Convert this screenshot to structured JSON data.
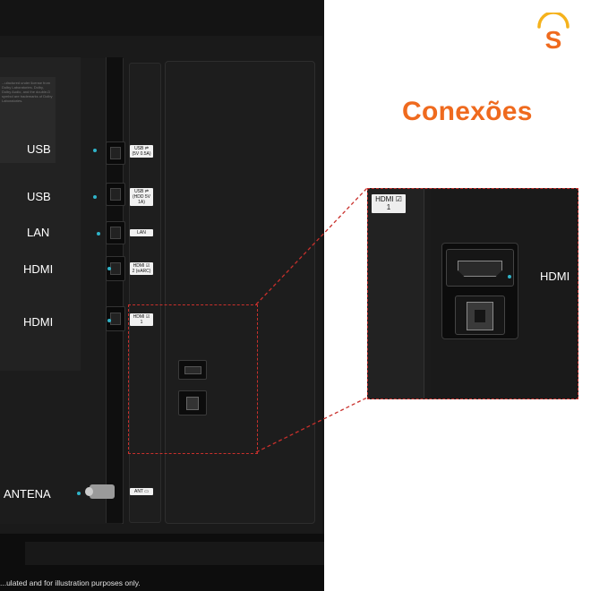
{
  "title": "Conexões",
  "logo_letter": "S",
  "colors": {
    "accent": "#ef6a1e",
    "logo_yellow": "#f5b21c",
    "dash": "#c9302c",
    "indicator_dot": "#2fb3c8"
  },
  "tv": {
    "labels": [
      {
        "id": "usb-1",
        "text": "USB"
      },
      {
        "id": "usb-2",
        "text": "USB"
      },
      {
        "id": "lan",
        "text": "LAN"
      },
      {
        "id": "hdmi-2",
        "text": "HDMI"
      },
      {
        "id": "hdmi-1",
        "text": "HDMI"
      },
      {
        "id": "antena",
        "text": "ANTENA"
      }
    ],
    "port_tags": [
      {
        "id": "usb-1",
        "line1": "USB ⇌",
        "line2": "(5V 0.5A)"
      },
      {
        "id": "usb-2",
        "line1": "USB ⇌",
        "line2": "(HDD 5V 1A)"
      },
      {
        "id": "lan",
        "line1": "LAN",
        "line2": ""
      },
      {
        "id": "hdmi-2",
        "line1": "HDMI ☑",
        "line2": "2 (eARC)"
      },
      {
        "id": "hdmi-1",
        "line1": "HDMI ☑",
        "line2": "1"
      },
      {
        "id": "ant",
        "line1": "ANT ▭",
        "line2": ""
      }
    ],
    "sticker_text": "...ufactured under license from Dolby Laboratories. Dolby, Dolby Audio, and the double-D symbol are trademarks of Dolby Laboratories.",
    "footnote": "...ulated and for illustration purposes only."
  },
  "inset": {
    "tag_line1": "HDMI ☑",
    "tag_line2": "1",
    "port_label": "HDMI"
  }
}
